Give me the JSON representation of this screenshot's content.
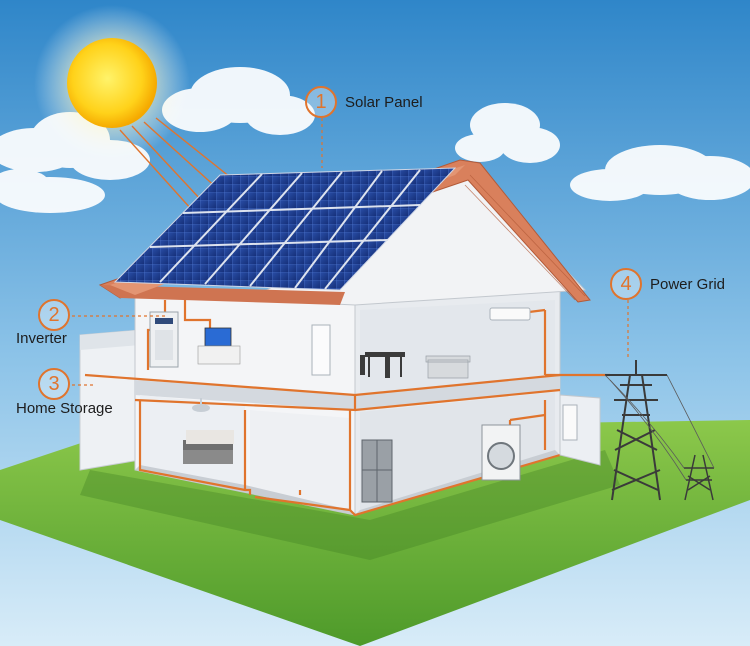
{
  "diagram": {
    "callouts": [
      {
        "number": "1",
        "label": "Solar Panel"
      },
      {
        "number": "2",
        "label": "Inverter"
      },
      {
        "number": "3",
        "label": "Home Storage"
      },
      {
        "number": "4",
        "label": "Power Grid"
      }
    ]
  },
  "colors": {
    "sky_top": "#2f86c9",
    "sky_bottom": "#d8ecf8",
    "grass": "#6fb33a",
    "roof_tile": "#d9805c",
    "solar_panel": "#1e3d8f",
    "wire": "#e0742d",
    "sun": "#ffd21a",
    "wall": "#f4f5f7"
  }
}
